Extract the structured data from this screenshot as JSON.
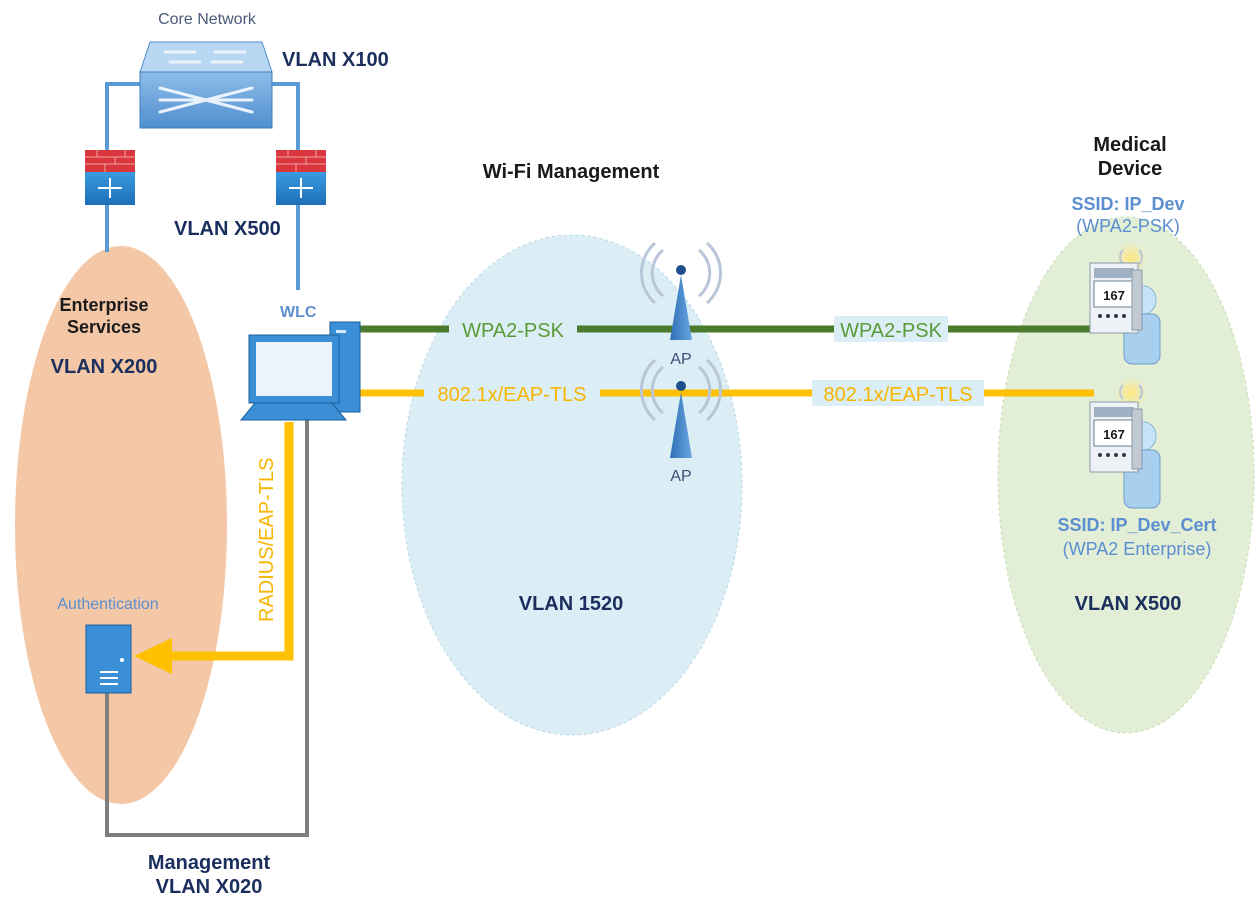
{
  "colors": {
    "navy": "#1b2f5e",
    "blue_text": "#5b8fd0",
    "green_line": "#4a7a2c",
    "green_text": "#5a9a36",
    "yellow_line": "#ffc000",
    "yellow_text": "#f7b500",
    "gray_line": "#7f7f7f",
    "link_blue": "#5b9bd5",
    "enterprise_fill": "#f4c7a6",
    "wifi_fill": "#dbeef6",
    "medical_fill": "#e3eed6",
    "firewall_red": "#d9363e",
    "device_blue": "#2e83d0"
  },
  "labels": {
    "core_network": "Core Network",
    "vlan_x100": "VLAN X100",
    "vlan_x500_top": "VLAN X500",
    "wlc": "WLC",
    "enterprise_line1": "Enterprise",
    "enterprise_line2": "Services",
    "vlan_x200": "VLAN X200",
    "authentication": "Authentication",
    "radius": "RADIUS/EAP-TLS",
    "management_line1": "Management",
    "management_line2": "VLAN X020",
    "wifi_management": "Wi-Fi Management",
    "wpa2_psk_left": "WPA2-PSK",
    "wpa2_psk_right": "WPA2-PSK",
    "eap_left": "802.1x/EAP-TLS",
    "eap_right": "802.1x/EAP-TLS",
    "ap_top": "AP",
    "ap_bottom": "AP",
    "vlan_1520": "VLAN 1520",
    "medical_line1": "Medical",
    "medical_line2": "Device",
    "ssid_dev": "SSID: IP_Dev",
    "ssid_dev_sec": "(WPA2-PSK)",
    "ssid_cert": "SSID: IP_Dev_Cert",
    "ssid_cert_sec": "(WPA2 Enterprise)",
    "vlan_x500_right": "VLAN X500",
    "monitor_value_top": "167",
    "monitor_value_bottom": "167"
  }
}
